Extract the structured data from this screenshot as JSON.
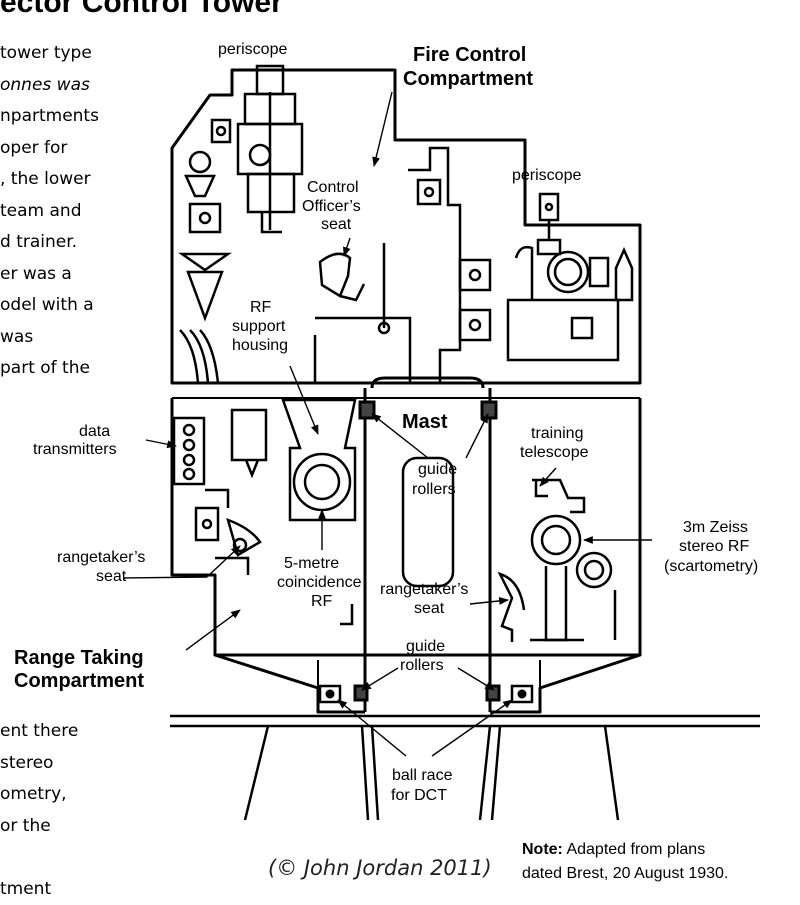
{
  "heading": "ector Control Tower",
  "body_text_lines": [
    "tower type",
    "onnes was",
    "npartments",
    "oper for",
    ", the lower",
    "team and",
    "d trainer.",
    "er was a",
    "odel with a",
    "was",
    "part of the"
  ],
  "body_text_lower_lines": [
    "ent there",
    "stereo",
    "ometry,",
    "or the",
    "",
    "tment"
  ],
  "labels": {
    "periscope_top": "periscope",
    "fire_control_1": "Fire Control",
    "fire_control_2": "Compartment",
    "control_officer_1": "Control",
    "control_officer_2": "Officer’s",
    "control_officer_3": "seat",
    "periscope_right": "periscope",
    "rf_support_1": "RF",
    "rf_support_2": "support",
    "rf_support_3": "housing",
    "mast": "Mast",
    "data_transmitters_1": "data",
    "data_transmitters_2": "transmitters",
    "guide_rollers_upper_1": "guide",
    "guide_rollers_upper_2": "rollers",
    "training_telescope_1": "training",
    "training_telescope_2": "telescope",
    "zeiss_1": "3m Zeiss",
    "zeiss_2": "stereo RF",
    "zeiss_3": "(scartometry)",
    "rangetaker_left_1": "rangetaker’s",
    "rangetaker_left_2": "seat",
    "coincidence_1": "5-metre",
    "coincidence_2": "coincidence",
    "coincidence_3": "RF",
    "rangetaker_right_1": "rangetaker’s",
    "rangetaker_right_2": "seat",
    "range_taking_1": "Range Taking",
    "range_taking_2": "Compartment",
    "guide_rollers_lower_1": "guide",
    "guide_rollers_lower_2": "rollers",
    "ball_race_1": "ball race",
    "ball_race_2": "for DCT"
  },
  "credit": "(© John Jordan 2011)",
  "note": {
    "bold": "Note:",
    "line1_rest": " Adapted from plans",
    "line2": "dated Brest, 20 August 1930."
  }
}
